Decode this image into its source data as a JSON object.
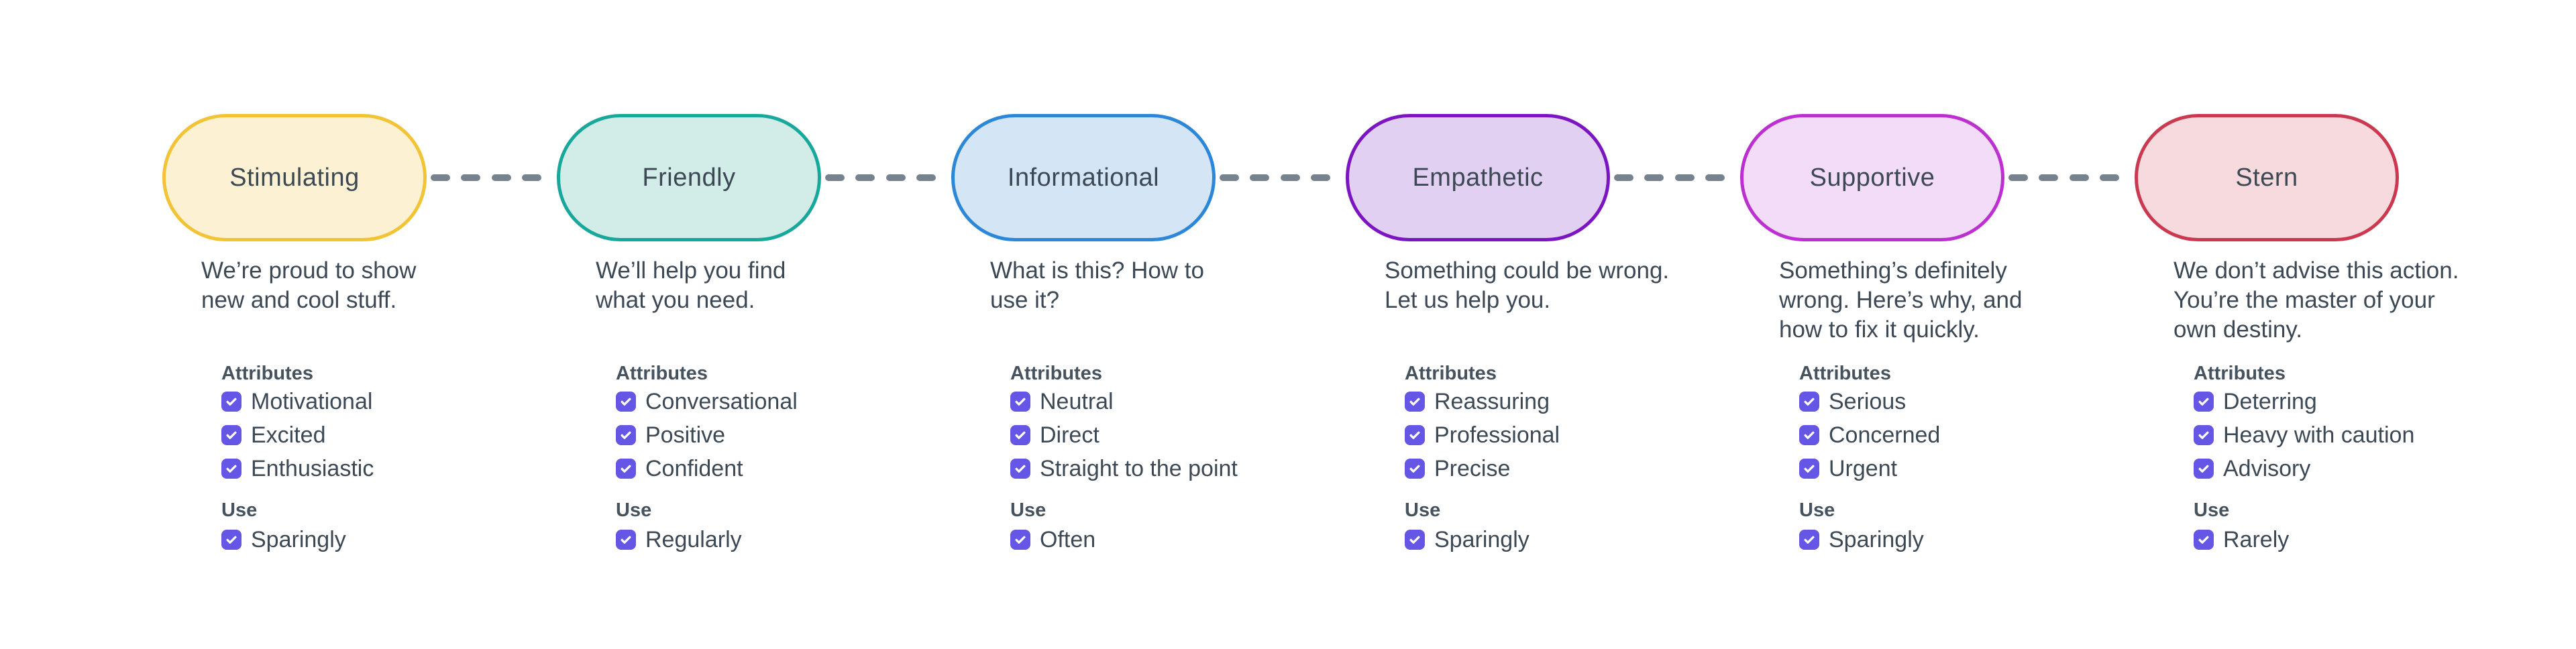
{
  "theme": {
    "background": "#FFFFFF",
    "text": "#3C4955",
    "heading": "#46525D",
    "checkbox": "#6556E6",
    "check": "#FFFFFF",
    "dash": "#76828E"
  },
  "tones": [
    {
      "label": "Stimulating",
      "pill_fill": "#FCF2D3",
      "pill_border": "#F2C335",
      "description": "We’re proud to show\nnew and cool stuff.",
      "attributes_title": "Attributes",
      "attributes": [
        {
          "label": "Motivational",
          "checked": true
        },
        {
          "label": "Excited",
          "checked": true
        },
        {
          "label": "Enthusiastic",
          "checked": true
        }
      ],
      "use_title": "Use",
      "use": {
        "label": "Sparingly",
        "checked": true
      }
    },
    {
      "label": "Friendly",
      "pill_fill": "#D2ECE8",
      "pill_border": "#17A89B",
      "description": "We’ll help you find\nwhat you need.",
      "attributes_title": "Attributes",
      "attributes": [
        {
          "label": "Conversational",
          "checked": true
        },
        {
          "label": "Positive",
          "checked": true
        },
        {
          "label": "Confident",
          "checked": true
        }
      ],
      "use_title": "Use",
      "use": {
        "label": "Regularly",
        "checked": true
      }
    },
    {
      "label": "Informational",
      "pill_fill": "#D4E5F6",
      "pill_border": "#2C87D8",
      "description": "What is this? How to\nuse it?",
      "attributes_title": "Attributes",
      "attributes": [
        {
          "label": "Neutral",
          "checked": true
        },
        {
          "label": "Direct",
          "checked": true
        },
        {
          "label": "Straight to the point",
          "checked": true
        }
      ],
      "use_title": "Use",
      "use": {
        "label": "Often",
        "checked": true
      }
    },
    {
      "label": "Empathetic",
      "pill_fill": "#E2D0F2",
      "pill_border": "#7B14C1",
      "description": "Something could be wrong.\nLet us help you.",
      "attributes_title": "Attributes",
      "attributes": [
        {
          "label": "Reassuring",
          "checked": true
        },
        {
          "label": "Professional",
          "checked": true
        },
        {
          "label": "Precise",
          "checked": true
        }
      ],
      "use_title": "Use",
      "use": {
        "label": "Sparingly",
        "checked": true
      }
    },
    {
      "label": "Supportive",
      "pill_fill": "#F3DCF7",
      "pill_border": "#BC2FD0",
      "description": "Something’s definitely\nwrong. Here’s why, and\nhow to fix it quickly.",
      "attributes_title": "Attributes",
      "attributes": [
        {
          "label": "Serious",
          "checked": true
        },
        {
          "label": "Concerned",
          "checked": true
        },
        {
          "label": "Urgent",
          "checked": true
        }
      ],
      "use_title": "Use",
      "use": {
        "label": "Sparingly",
        "checked": true
      }
    },
    {
      "label": "Stern",
      "pill_fill": "#F6DADD",
      "pill_border": "#CB3950",
      "description": "We don’t advise this action.\nYou’re the master of your\nown destiny.",
      "attributes_title": "Attributes",
      "attributes": [
        {
          "label": "Deterring",
          "checked": true
        },
        {
          "label": "Heavy with caution",
          "checked": true
        },
        {
          "label": "Advisory",
          "checked": true
        }
      ],
      "use_title": "Use",
      "use": {
        "label": "Rarely",
        "checked": true
      }
    }
  ]
}
